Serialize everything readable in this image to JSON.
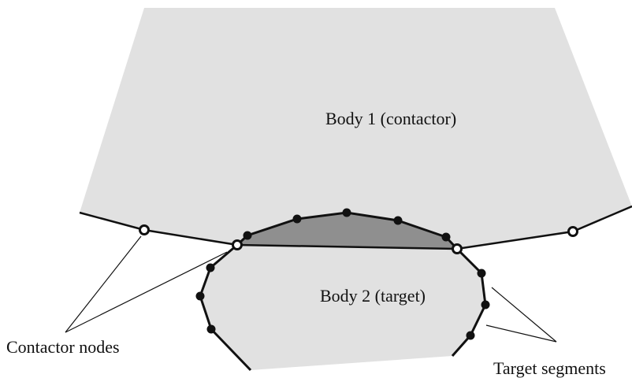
{
  "labels": {
    "body1": "Body 1 (contactor)",
    "body2": "Body 2 (target)",
    "contactor_nodes": "Contactor nodes",
    "target_segments": "Target segments"
  },
  "colors": {
    "body_fill": "#e1e1e1",
    "overlap_fill": "#8f8f8f",
    "line": "#111111",
    "node_fill_open": "#ffffff"
  },
  "node_types": {
    "contactor": "open circle",
    "target": "filled circle"
  }
}
